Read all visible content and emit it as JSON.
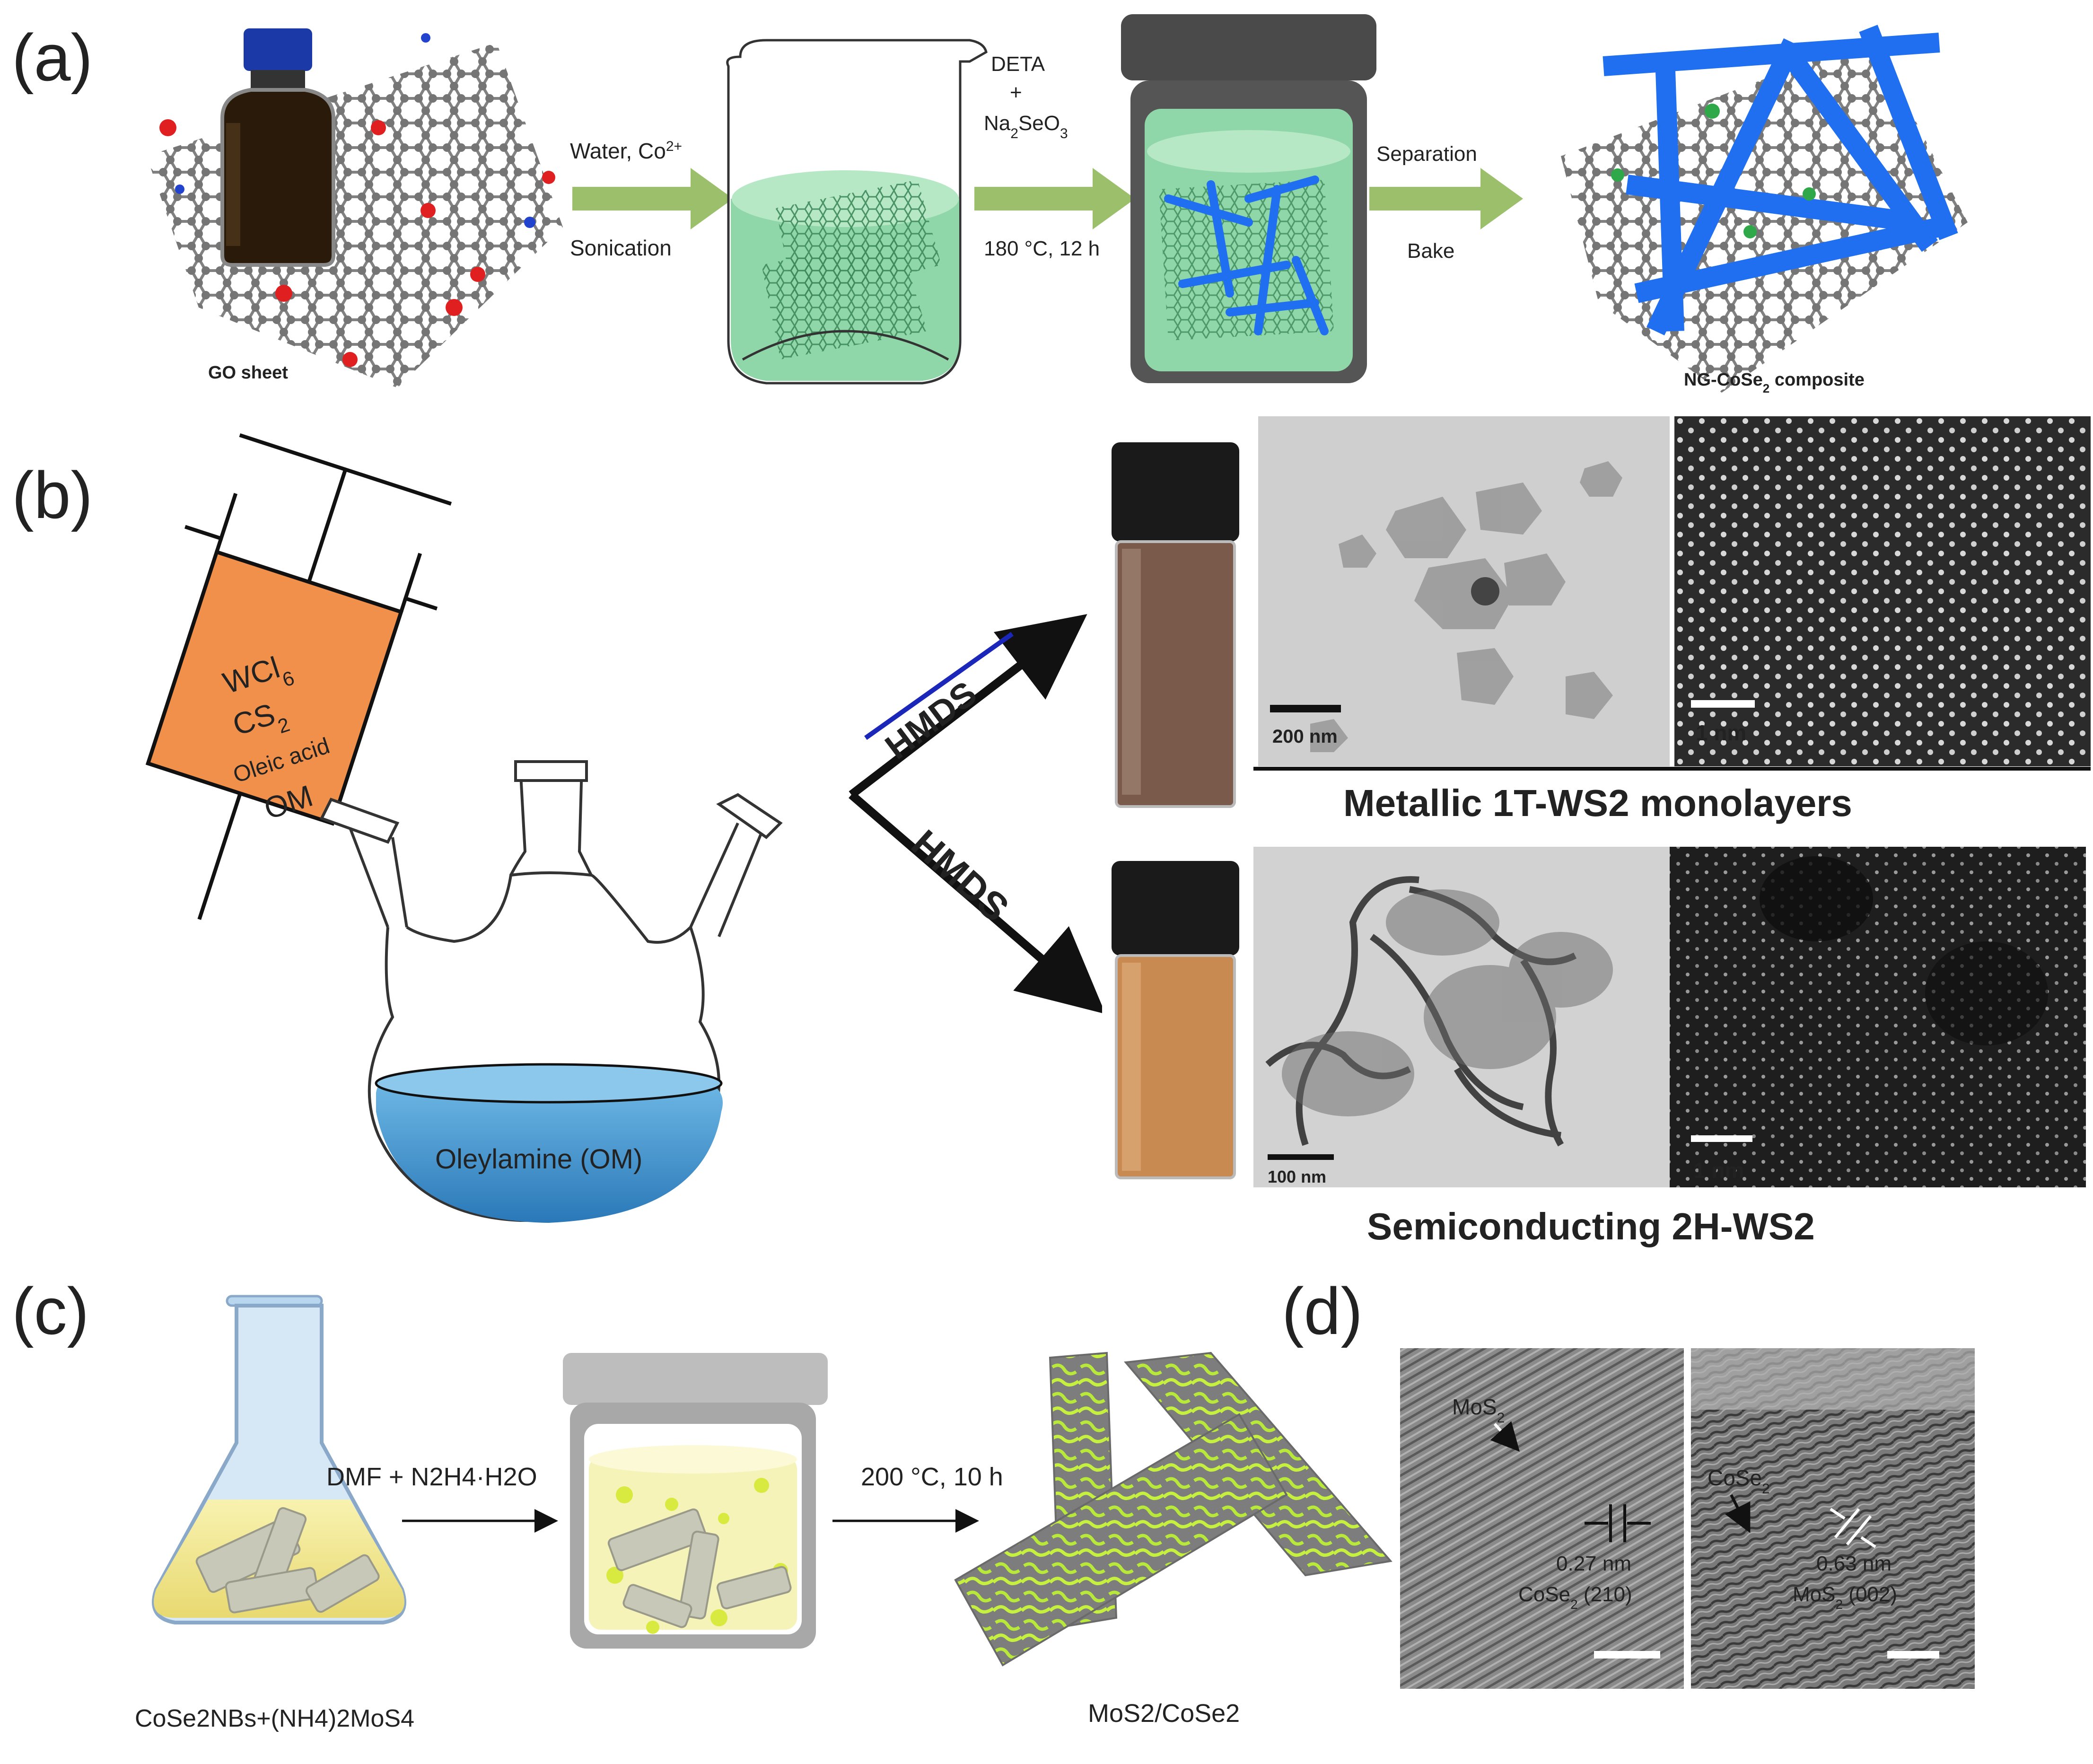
{
  "panels": {
    "a": {
      "letter": "(a)",
      "go_label": "GO sheet",
      "step1_top": "Water, Co",
      "step1_sup": "2+",
      "step1_bottom": "Sonication",
      "step2_top1": "DETA",
      "step2_plus": "+",
      "step2_chem_a": "Na",
      "step2_chem_sub1": "2",
      "step2_chem_b": "SeO",
      "step2_chem_sub2": "3",
      "step2_bottom": "180 °C, 12 h",
      "step3_top": "Separation",
      "step3_bottom": "Bake",
      "product_label_a": "NG-CoSe",
      "product_label_sub": "2",
      "product_label_b": " composite"
    },
    "b": {
      "letter": "(b)",
      "syringe_line1_a": "WCl",
      "syringe_line1_sub": "6",
      "syringe_line2_a": "CS",
      "syringe_line2_sub": "2",
      "syringe_line3": "Oleic acid",
      "syringe_line4": "OM",
      "flask_label": "Oleylamine (OM)",
      "arrow_top_label": "HMDS",
      "arrow_bottom_label": "HMDS",
      "top_scale1": "200 nm",
      "top_scale2": "1 nm",
      "top_caption": "Metallic 1T-WS2 monolayers",
      "bottom_scale1": "100 nm",
      "bottom_scale2": "1 nm",
      "bottom_caption": "Semiconducting 2H-WS2"
    },
    "c": {
      "letter": "(c)",
      "step1": "DMF + N2H4·H2O",
      "step2": "200 °C, 10 h",
      "reactant_label": "CoSe2NBs+(NH4)2MoS4",
      "product_label": "MoS2/CoSe2"
    },
    "d": {
      "letter": "(d)",
      "img1_label_a": "MoS",
      "img1_label_sub": "2",
      "img1_spacing": "0.27 nm",
      "img1_plane_a": "CoSe",
      "img1_plane_sub": "2",
      "img1_plane_b": " (210)",
      "img2_label_a": "CoSe",
      "img2_label_sub": "2",
      "img2_spacing": "0.63 nm",
      "img2_plane_a": "MoS",
      "img2_plane_sub": "2",
      "img2_plane_b": " (002)"
    }
  },
  "colors": {
    "go_label": "#2ea3d9",
    "blue_text": "#1a27b8",
    "red_text": "#e02020",
    "flask_liquid": "#4aa3d8",
    "syringe_fill": "#f0904a",
    "green_liquid": "#8fd6a8",
    "arrow_green": "#9bbf6a",
    "rod_blue": "#1f6ff0"
  },
  "icons": [
    "go-sheet-icon",
    "bottle-icon",
    "beaker-icon",
    "autoclave-icon",
    "composite-icon",
    "syringe-icon",
    "three-neck-flask-icon",
    "vial-icon",
    "erlenmeyer-flask-icon",
    "nanobelt-icon"
  ]
}
